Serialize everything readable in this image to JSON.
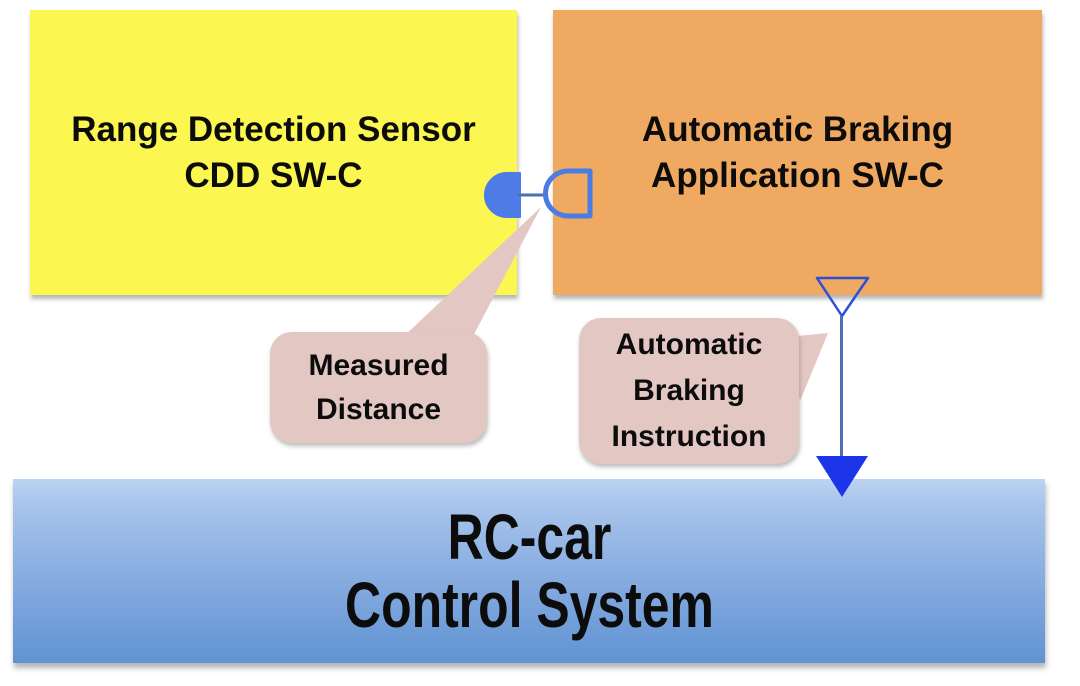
{
  "boxes": {
    "range_sensor": {
      "line1": "Range Detection Sensor",
      "line2": "CDD SW-C",
      "fill": "#fcf651"
    },
    "braking_app": {
      "line1": "Automatic Braking",
      "line2": "Application SW-C",
      "fill": "#f0a960"
    },
    "rc_car": {
      "line1": "RC-car",
      "line2": "Control System",
      "fill_top": "#a9c6ec",
      "fill_bottom": "#6093d3"
    }
  },
  "callouts": {
    "measured_distance": {
      "lines": [
        "Measured",
        "Distance"
      ],
      "fill": "#e3c7c2"
    },
    "braking_instruction": {
      "lines": [
        "Automatic",
        "Braking",
        "Instruction"
      ],
      "fill": "#e3c7c2"
    }
  },
  "connectors": {
    "measured_distance_interface": {
      "type": "assembly-connector-ball-and-socket",
      "ball_color": "#4d7ce7",
      "socket_color": "#4a7ce4",
      "line_color": "#4e6fae"
    },
    "braking_instruction_flow": {
      "type": "triangle-port-with-arrow",
      "port_color": "#2e4fd8",
      "line_color": "#4e6fb4",
      "arrowhead_color": "#1c35e8"
    }
  }
}
